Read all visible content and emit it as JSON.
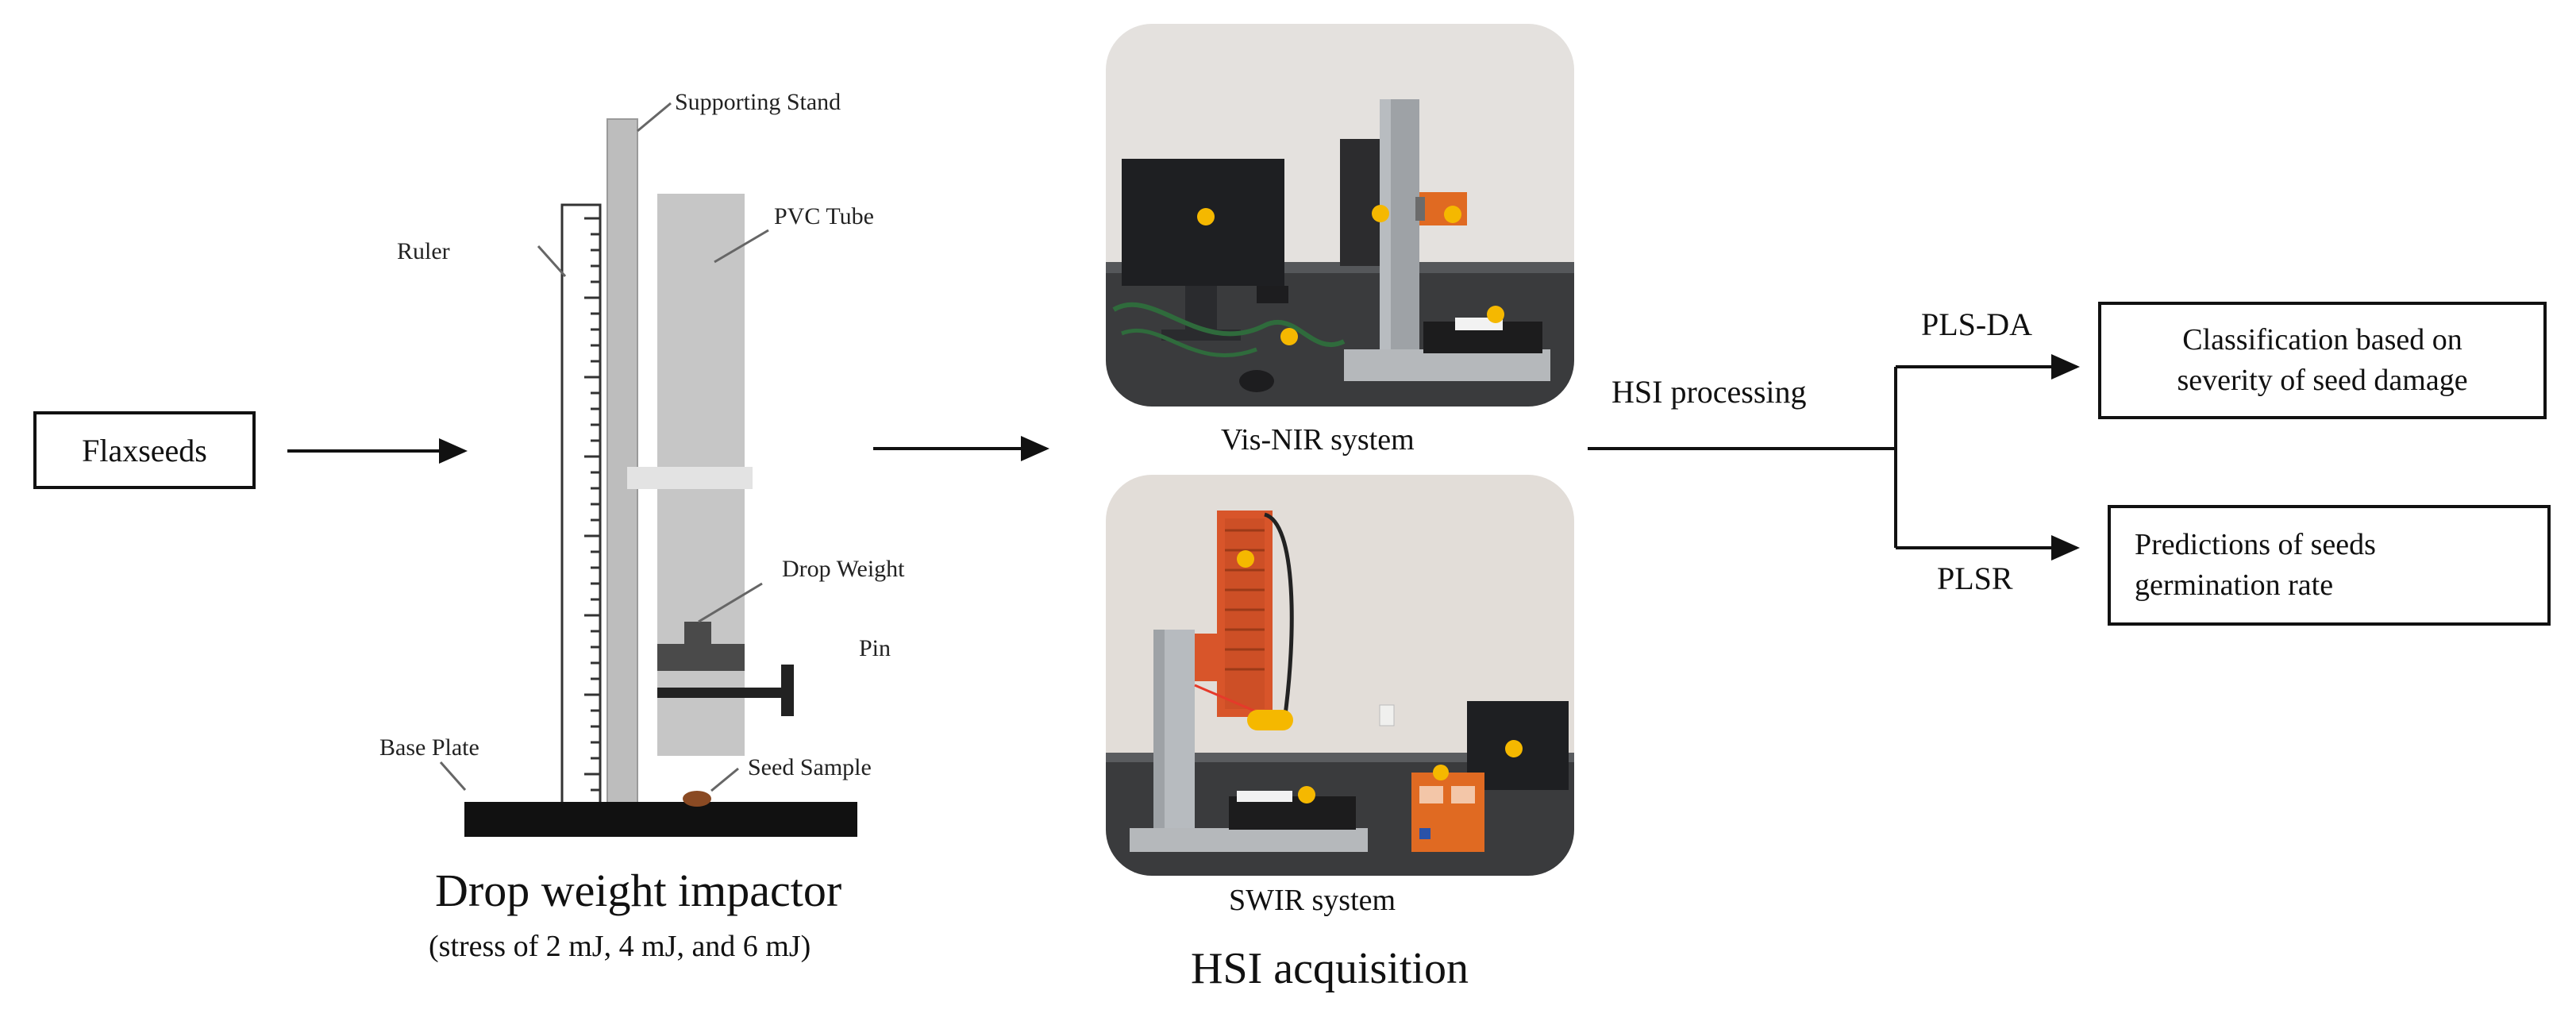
{
  "input_box": {
    "text": "Flaxseeds"
  },
  "impactor": {
    "labels": {
      "supporting_stand": "Supporting Stand",
      "pvc_tube": "PVC Tube",
      "ruler": "Ruler",
      "drop_weight": "Drop Weight",
      "pin": "Pin",
      "base_plate": "Base Plate",
      "seed_sample": "Seed Sample"
    },
    "title": "Drop weight impactor",
    "subtitle": "(stress of 2 mJ, 4 mJ, and 6 mJ)"
  },
  "acquisition": {
    "visnir_caption": "Vis-NIR system",
    "swir_caption": "SWIR system",
    "title": "HSI acquisition"
  },
  "processing": {
    "label": "HSI processing",
    "branch_top": "PLS-DA",
    "branch_bottom": "PLSR"
  },
  "outputs": {
    "classification_line1": "Classification based on",
    "classification_line2": "severity of seed damage",
    "prediction_line1": "Predictions of seeds",
    "prediction_line2": "germination rate"
  },
  "colors": {
    "marker": "#f5b800",
    "swir_camera": "#d8552a",
    "pvc_tube": "#c6c6c6",
    "stand": "#bdbdbd"
  }
}
